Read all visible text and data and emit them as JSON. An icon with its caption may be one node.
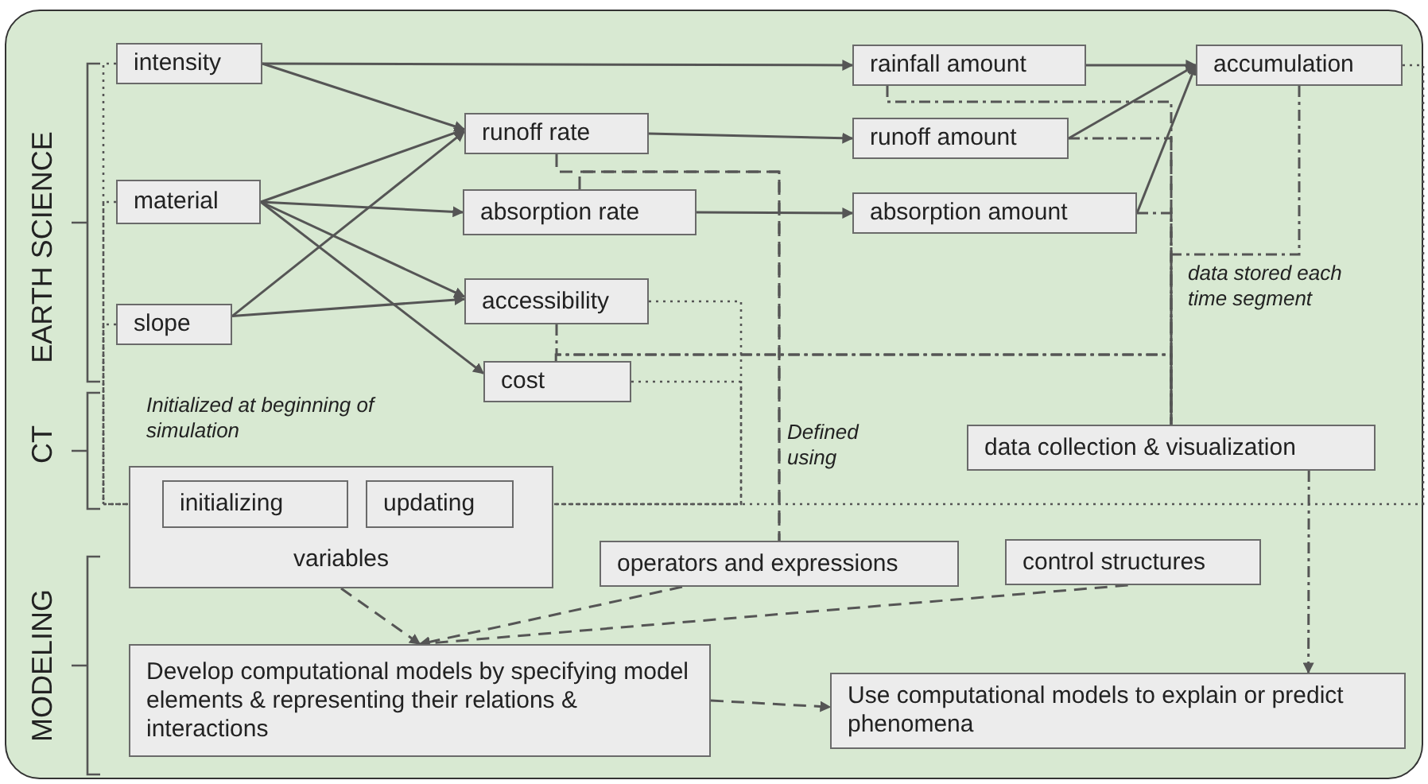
{
  "diagram": {
    "nodes": [
      {
        "text": [
          "intensity"
        ]
      },
      {
        "text": [
          "material"
        ]
      },
      {
        "text": [
          "slope"
        ]
      },
      {
        "text": [
          "runoff rate"
        ]
      },
      {
        "text": [
          "absorption rate"
        ]
      },
      {
        "text": [
          "accessibility"
        ]
      },
      {
        "text": [
          "cost"
        ]
      },
      {
        "text": [
          "rainfall amount"
        ]
      },
      {
        "text": [
          "runoff amount"
        ]
      },
      {
        "text": [
          "absorption amount"
        ]
      },
      {
        "text": [
          "accumulation"
        ]
      },
      {
        "text": [
          "data collection & visualization"
        ]
      },
      {
        "text": [
          "variables"
        ]
      },
      {
        "text": [
          "initializing"
        ],
        "in": 12
      },
      {
        "text": [
          "updating"
        ],
        "in": 12
      },
      {
        "text": [
          "operators and expressions"
        ]
      },
      {
        "text": [
          "control structures"
        ]
      },
      {
        "text": [
          "Develop computational models by specifying model elements & representing their relations & interactions"
        ]
      },
      {
        "text": [
          "Use computational models to explain or predict phenomena"
        ]
      }
    ],
    "edges": [
      {
        "from": 0,
        "to": 3,
        "arrow": "to"
      },
      {
        "from": 0,
        "to": 7,
        "arrow": "to"
      },
      {
        "from": 1,
        "to": 3,
        "arrow": "to"
      },
      {
        "from": 1,
        "to": 4,
        "arrow": "to"
      },
      {
        "from": 1,
        "to": 5,
        "arrow": "to"
      },
      {
        "from": 1,
        "to": 6,
        "arrow": "to"
      },
      {
        "from": 2,
        "to": 3,
        "arrow": "to"
      },
      {
        "from": 2,
        "to": 5,
        "arrow": "to"
      },
      {
        "from": 3,
        "to": 8,
        "arrow": "to"
      },
      {
        "from": 4,
        "to": 9,
        "arrow": "to"
      },
      {
        "from": 7,
        "to": 10,
        "arrow": "to"
      },
      {
        "from": 8,
        "to": 10,
        "arrow": "to"
      },
      {
        "from": 9,
        "to": 10,
        "arrow": "to"
      },
      {
        "from": 7,
        "to": 11,
        "arrow": "none",
        "style": "dashed"
      },
      {
        "from": 8,
        "to": 11,
        "arrow": "none",
        "style": "dashed"
      },
      {
        "from": 9,
        "to": 11,
        "arrow": "none",
        "style": "dashed"
      },
      {
        "from": 10,
        "to": 11,
        "arrow": "none",
        "style": "dashed"
      },
      {
        "from": 5,
        "to": 11,
        "arrow": "none",
        "style": "dashed"
      },
      {
        "from": 6,
        "to": 11,
        "arrow": "none",
        "style": "dashed"
      },
      {
        "from": 11,
        "to": 18,
        "arrow": "to",
        "style": "dashed"
      },
      {
        "from": 3,
        "to": 15,
        "arrow": "none",
        "style": "dashed"
      },
      {
        "from": 4,
        "to": 15,
        "arrow": "none",
        "style": "dashed"
      },
      {
        "from": 0,
        "to": 13,
        "arrow": "none",
        "style": "dashed"
      },
      {
        "from": 1,
        "to": 13,
        "arrow": "none",
        "style": "dashed"
      },
      {
        "from": 2,
        "to": 13,
        "arrow": "none",
        "style": "dashed"
      },
      {
        "from": 5,
        "to": 14,
        "arrow": "none",
        "style": "dashed"
      },
      {
        "from": 6,
        "to": 14,
        "arrow": "none",
        "style": "dashed"
      },
      {
        "from": 10,
        "to": 14,
        "arrow": "none",
        "style": "dashed"
      },
      {
        "from": 12,
        "to": 17,
        "arrow": "to",
        "style": "dashed"
      },
      {
        "from": 15,
        "to": 17,
        "arrow": "to",
        "style": "dashed"
      },
      {
        "from": 16,
        "to": 17,
        "arrow": "to",
        "style": "dashed"
      },
      {
        "from": 17,
        "to": 18,
        "arrow": "to",
        "style": "dashed"
      }
    ],
    "labels": [
      "EARTH SCIENCE",
      "CT",
      "MODELING",
      "Initialized at beginning of simulation",
      "Defined using",
      "data stored each time segment"
    ]
  }
}
